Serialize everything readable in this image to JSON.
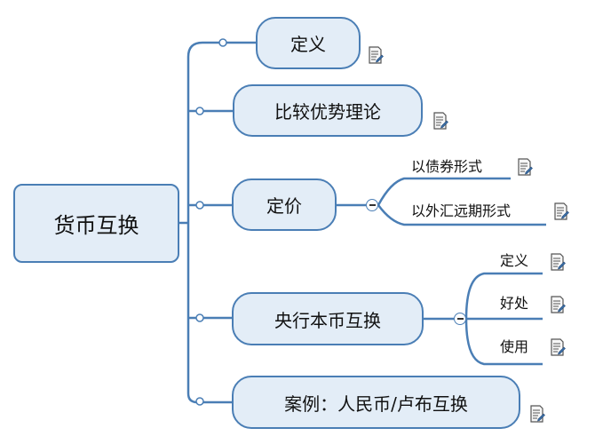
{
  "root": {
    "label": "货币互换"
  },
  "branches": [
    {
      "label": "定义"
    },
    {
      "label": "比较优势理论"
    },
    {
      "label": "定价",
      "children": [
        "以债券形式",
        "以外汇远期形式"
      ]
    },
    {
      "label": "央行本币互换",
      "children": [
        "定义",
        "好处",
        "使用"
      ]
    },
    {
      "label": "案例：人民币/卢布互换"
    }
  ],
  "colors": {
    "line": "#4a7eb5",
    "fill": "#e3edf7"
  },
  "icons": {
    "note": "note-icon",
    "collapse": "collapse-minus-icon"
  }
}
